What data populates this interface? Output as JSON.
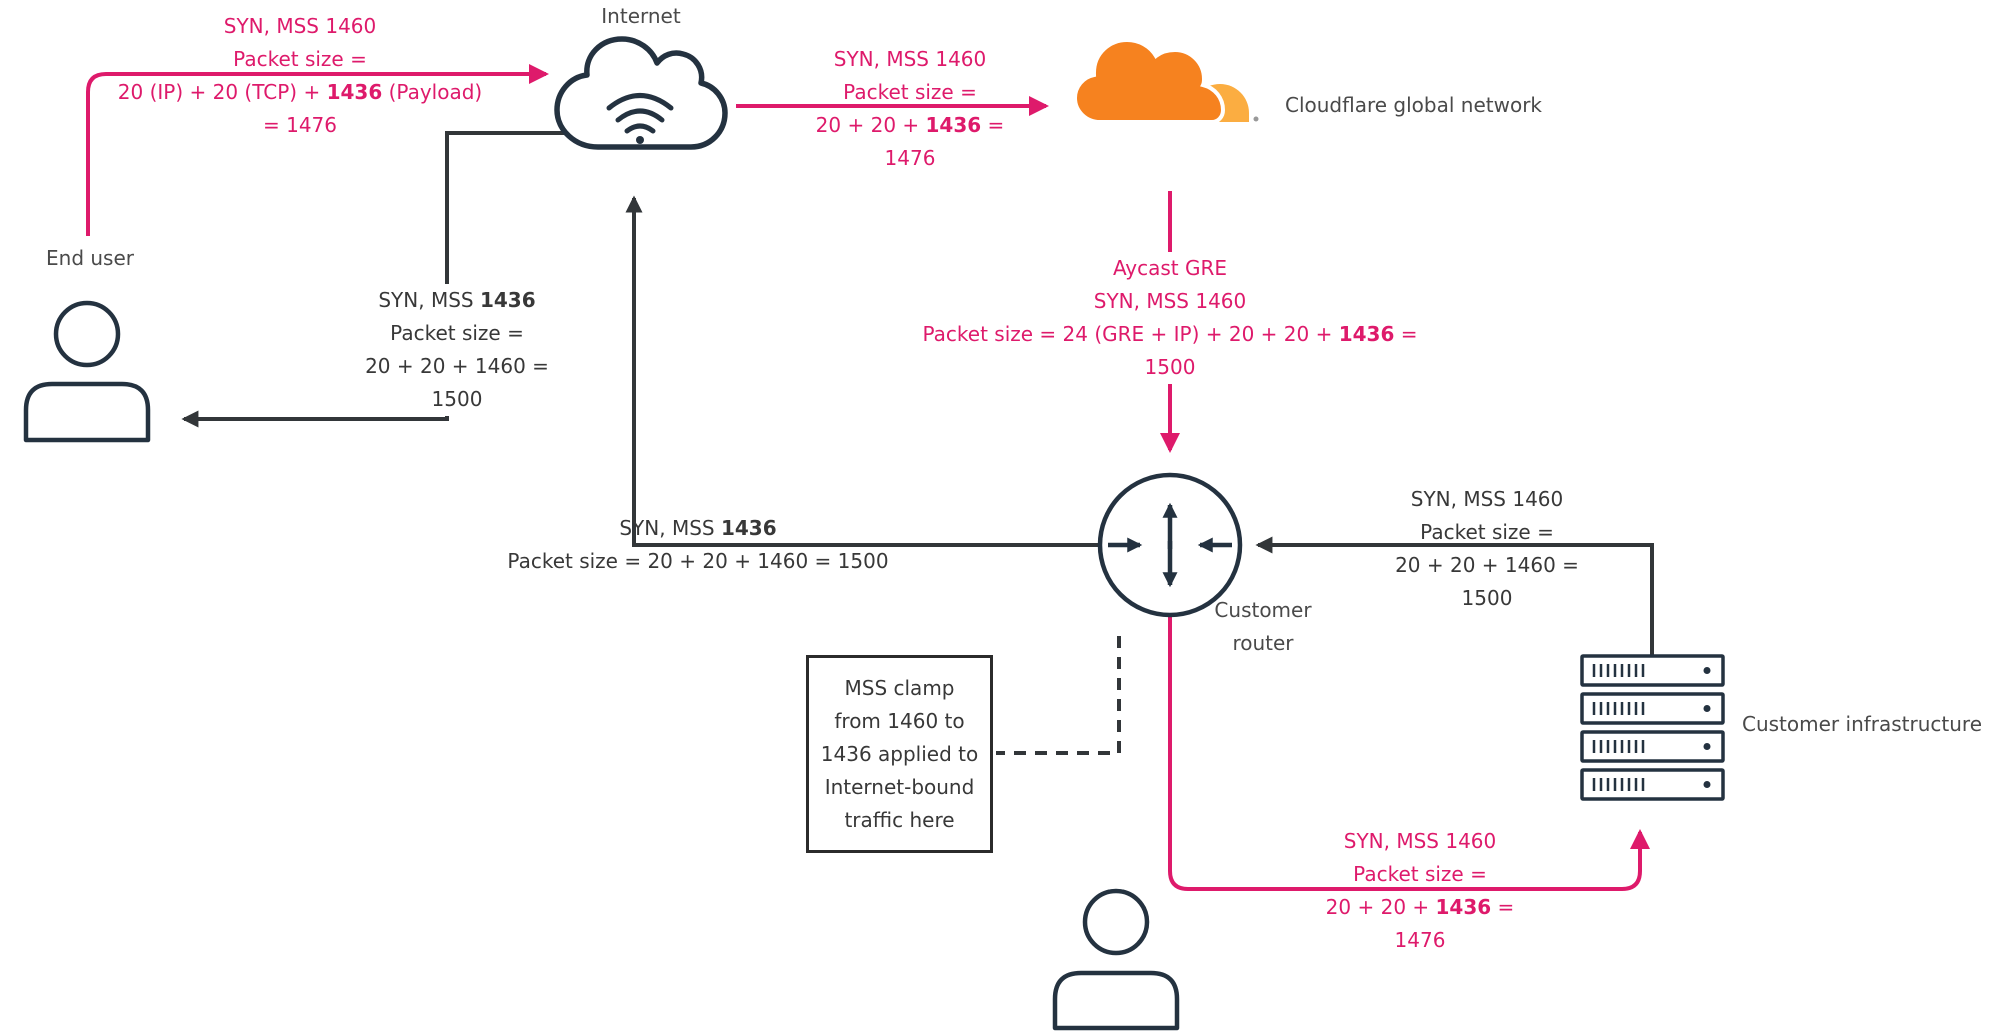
{
  "colors": {
    "pink": "#DE1A6B",
    "line": "#323639",
    "icon": "#243240",
    "ink": "#383838",
    "gray": "#4a4a4a",
    "orange": "#F6821F",
    "orange_light": "#FBAD41"
  },
  "labels": {
    "internet": "Internet",
    "end_user": "End user",
    "cloudflare": "Cloudflare global network",
    "customer_router": [
      "Customer",
      "router"
    ],
    "customer_infrastructure": "Customer infrastructure"
  },
  "icons": {
    "internet": "cloud-icon",
    "end_user": "person-icon",
    "bottom_user": "person-icon",
    "cloudflare": "cloudflare-cloud-logo",
    "customer_router": "router-icon",
    "customer_infrastructure": "server-stack-icon"
  },
  "annotations": {
    "user_to_internet": {
      "color": "pink",
      "lines": [
        "SYN, MSS 1460",
        "Packet size =",
        "20 (IP) + 20 (TCP) + **1436** (Payload)",
        "= 1476"
      ]
    },
    "internet_to_cloudflare": {
      "color": "pink",
      "lines": [
        "SYN, MSS 1460",
        "Packet size =",
        "20 + 20 + **1436** =",
        "1476"
      ]
    },
    "cloudflare_to_router": {
      "color": "pink",
      "lines": [
        "Aycast GRE",
        "SYN, MSS 1460",
        "Packet size = 24 (GRE + IP) + 20 + 20 + **1436** =",
        "1500"
      ]
    },
    "internet_to_user": {
      "color": "black",
      "lines": [
        "SYN, MSS **1436**",
        "Packet size =",
        "20 + 20 + 1460 =",
        "1500"
      ]
    },
    "router_to_internet": {
      "color": "black",
      "lines": [
        "SYN, MSS **1436**",
        "Packet size = 20 + 20 + 1460 = 1500"
      ]
    },
    "infrastructure_to_router": {
      "color": "black",
      "lines": [
        "SYN, MSS 1460",
        "Packet size =",
        "20 + 20 + 1460 =",
        "1500"
      ]
    },
    "router_to_infrastructure": {
      "color": "pink",
      "lines": [
        "SYN, MSS 1460",
        "Packet size =",
        "20 + 20 + **1436** =",
        "1476"
      ]
    },
    "mss_clamp_note": {
      "color": "black",
      "lines": [
        "MSS clamp",
        "from 1460 to",
        "1436 applied to",
        "Internet-bound",
        "traffic here"
      ]
    }
  }
}
